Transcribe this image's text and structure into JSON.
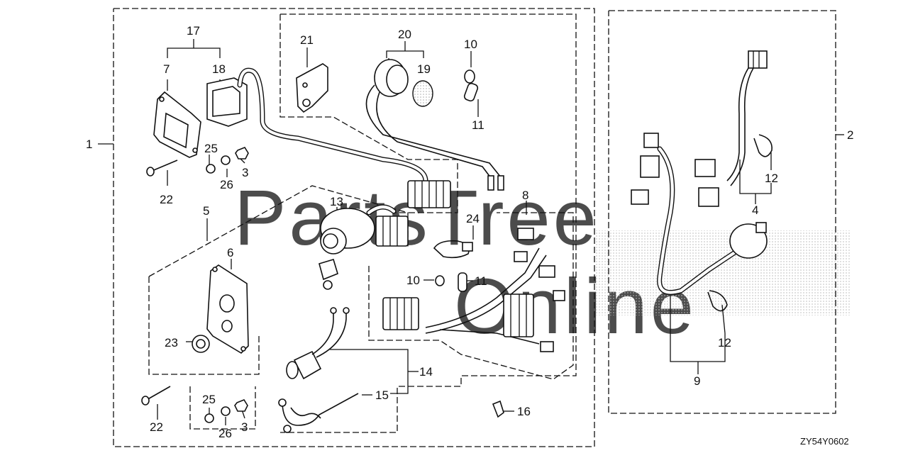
{
  "diagram_code": "ZY54Y0602",
  "watermark": {
    "line1": "PartsTree",
    "line2": "Online"
  },
  "callouts": {
    "c1": "1",
    "c2": "2",
    "c3a": "3",
    "c3b": "3",
    "c4": "4",
    "c5": "5",
    "c6": "6",
    "c7": "7",
    "c8": "8",
    "c9": "9",
    "c10a": "10",
    "c10b": "10",
    "c11a": "11",
    "c11b": "11",
    "c12a": "12",
    "c12b": "12",
    "c13": "13",
    "c14": "14",
    "c15": "15",
    "c16": "16",
    "c17": "17",
    "c18": "18",
    "c19": "19",
    "c20": "20",
    "c21": "21",
    "c22a": "22",
    "c22b": "22",
    "c23": "23",
    "c24": "24",
    "c25a": "25",
    "c25b": "25",
    "c26a": "26",
    "c26b": "26"
  }
}
